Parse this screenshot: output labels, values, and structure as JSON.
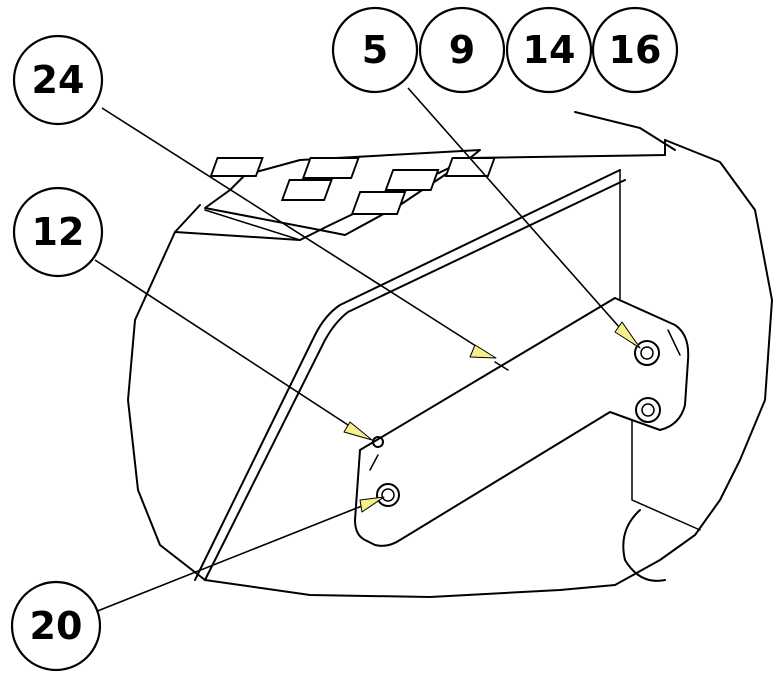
{
  "callouts": {
    "c5": {
      "label": "5"
    },
    "c9": {
      "label": "9"
    },
    "c14": {
      "label": "14"
    },
    "c16": {
      "label": "16"
    },
    "c24": {
      "label": "24"
    },
    "c12": {
      "label": "12"
    },
    "c20": {
      "label": "20"
    }
  },
  "colors": {
    "arrowhead": "#f5f08a",
    "line": "#000000",
    "background": "#ffffff"
  }
}
